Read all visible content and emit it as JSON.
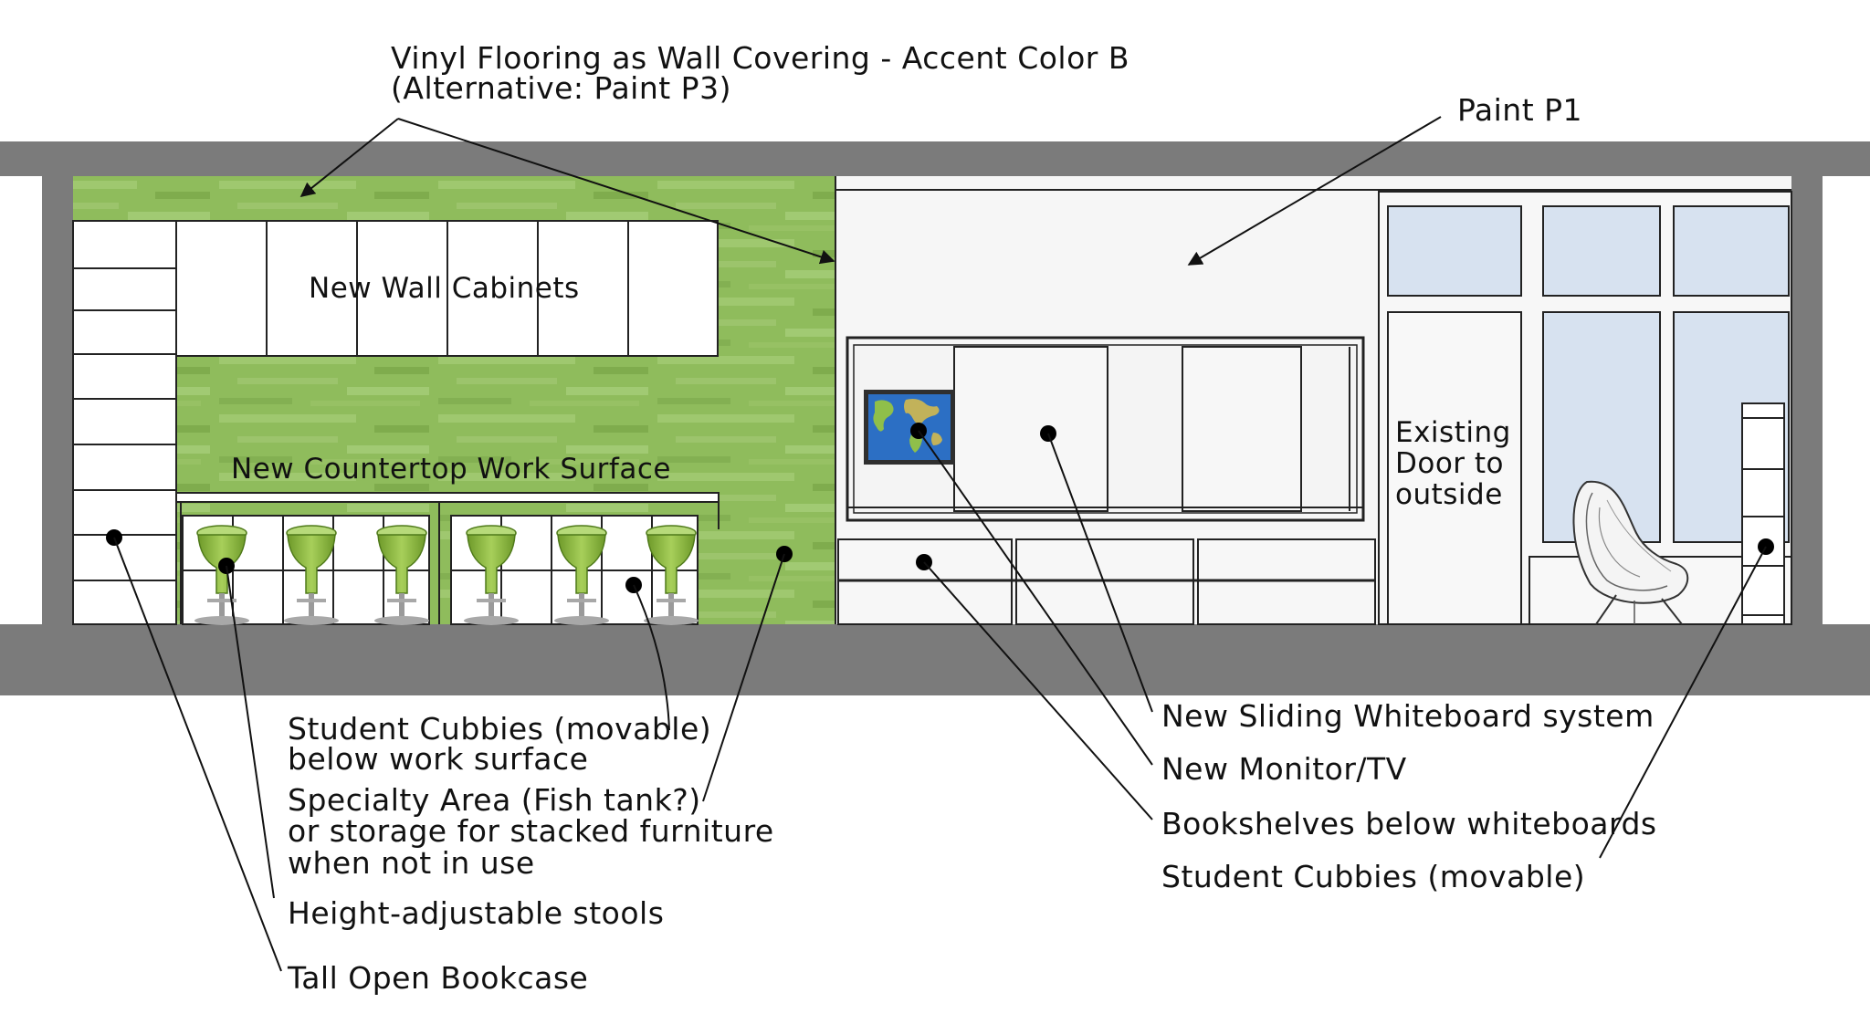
{
  "labels": {
    "vinyl_line1": "Vinyl Flooring as Wall Covering - Accent Color B",
    "vinyl_line2": "(Alternative: Paint P3)",
    "paint_p1": "Paint P1",
    "wall_cabinets": "New Wall Cabinets",
    "countertop": "New Countertop Work Surface",
    "door_line1": "Existing",
    "door_line2": "Door to",
    "door_line3": "outside",
    "cubbies_line1": "Student Cubbies (movable)",
    "cubbies_line2": "below work surface",
    "specialty_line1": "Specialty Area (Fish tank?)",
    "specialty_line2": "or storage for stacked furniture",
    "specialty_line3": "when not in use",
    "stools": "Height-adjustable stools",
    "bookcase": "Tall Open Bookcase",
    "whiteboard": "New Sliding Whiteboard system",
    "monitor": "New Monitor/TV",
    "bookshelves": "Bookshelves below whiteboards",
    "cubbies_right": "Student Cubbies (movable)"
  },
  "colors": {
    "structure": "#7b7b7b",
    "accent_wall_green": "#8fbc5c",
    "window_glass": "#d7e2f0",
    "stool_green": "#86b23c",
    "wall_paint": "#f6f6f6"
  },
  "icons": {
    "monitor_screen": "world-map-icon",
    "chair": "egg-chair-icon",
    "stool": "bar-stool-icon"
  }
}
